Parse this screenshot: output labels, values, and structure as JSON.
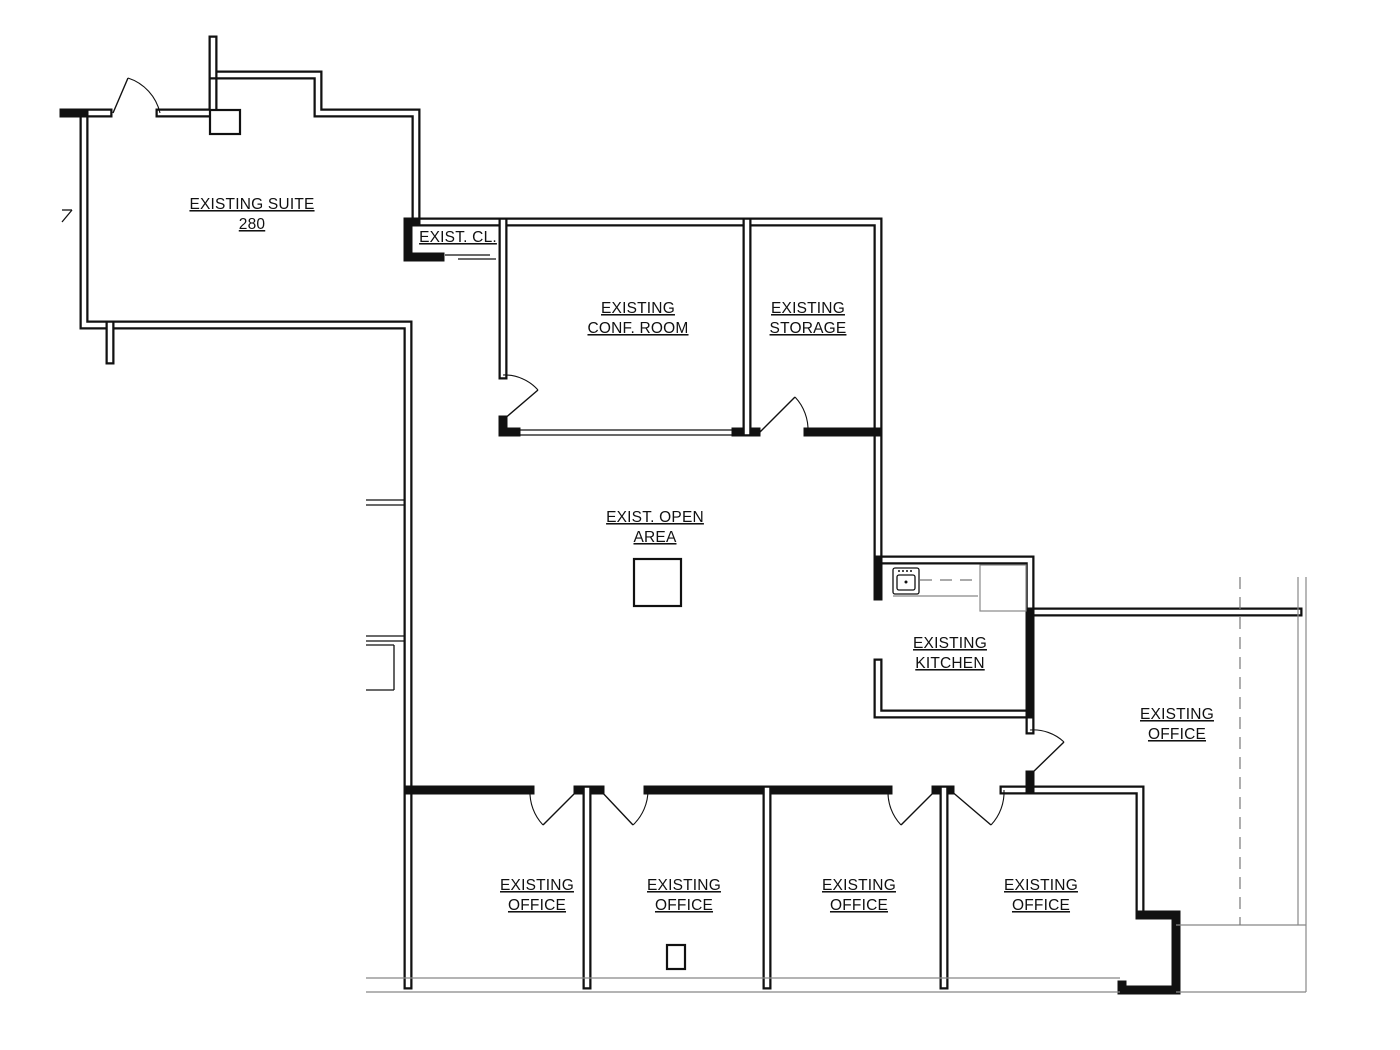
{
  "rooms": {
    "suite_280": {
      "line1": "EXISTING SUITE",
      "line2": "280"
    },
    "closet": {
      "line1": "EXIST. CL."
    },
    "conf_room": {
      "line1": "EXISTING",
      "line2": "CONF. ROOM"
    },
    "storage": {
      "line1": "EXISTING",
      "line2": "STORAGE"
    },
    "open_area": {
      "line1": "EXIST. OPEN",
      "line2": "AREA"
    },
    "kitchen": {
      "line1": "EXISTING",
      "line2": "KITCHEN"
    },
    "office_east": {
      "line1": "EXISTING",
      "line2": "OFFICE"
    },
    "office_1": {
      "line1": "EXISTING",
      "line2": "OFFICE"
    },
    "office_2": {
      "line1": "EXISTING",
      "line2": "OFFICE"
    },
    "office_3": {
      "line1": "EXISTING",
      "line2": "OFFICE"
    },
    "office_4": {
      "line1": "EXISTING",
      "line2": "OFFICE"
    }
  },
  "colors": {
    "wall": "#111111",
    "background": "#ffffff"
  }
}
